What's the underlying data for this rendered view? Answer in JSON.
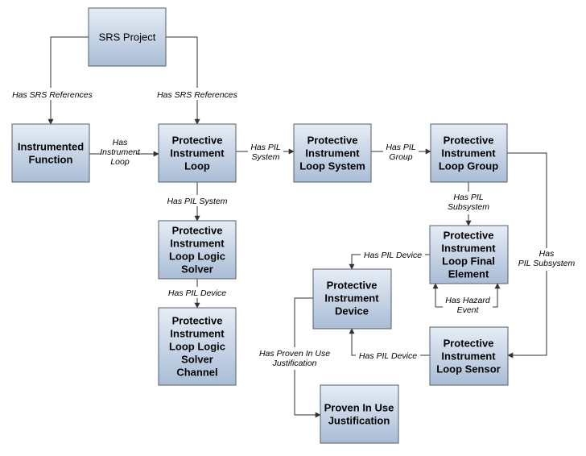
{
  "nodes": {
    "srs_project": [
      "SRS Project"
    ],
    "instrumented_function": [
      "Instrumented",
      "Function"
    ],
    "protective_instrument_loop": [
      "Protective",
      "Instrument",
      "Loop"
    ],
    "pil_system": [
      "Protective",
      "Instrument",
      "Loop System"
    ],
    "pil_group": [
      "Protective",
      "Instrument",
      "Loop Group"
    ],
    "pil_logic_solver": [
      "Protective",
      "Instrument",
      "Loop Logic",
      "Solver"
    ],
    "pil_logic_solver_channel": [
      "Protective",
      "Instrument",
      "Loop Logic",
      "Solver",
      "Channel"
    ],
    "pil_final_element": [
      "Protective",
      "Instrument",
      "Loop Final",
      "Element"
    ],
    "protective_instrument_device": [
      "Protective",
      "Instrument",
      "Device"
    ],
    "pil_sensor": [
      "Protective",
      "Instrument",
      "Loop Sensor"
    ],
    "proven_in_use": [
      "Proven In Use",
      "Justification"
    ]
  },
  "edges": {
    "srs_to_if": [
      "Has SRS References"
    ],
    "srs_to_pil": [
      "Has SRS References"
    ],
    "if_to_pil": [
      "Has",
      "Instrument",
      "Loop"
    ],
    "pil_to_system": [
      "Has PIL",
      "System"
    ],
    "system_to_group": [
      "Has PIL",
      "Group"
    ],
    "group_to_final": [
      "Has PIL",
      "Subsystem"
    ],
    "group_to_sensor": [
      "Has",
      "PIL Subsystem"
    ],
    "pil_to_logic": [
      "Has PIL System"
    ],
    "logic_to_channel": [
      "Has PIL Device"
    ],
    "final_to_device": [
      "Has PIL Device"
    ],
    "final_self": [
      "Has Hazard",
      "Event"
    ],
    "sensor_to_device": [
      "Has PIL Device"
    ],
    "device_to_proven": [
      "Has Proven In Use",
      "Justification"
    ]
  },
  "colors": {
    "box_top": "#e6edf6",
    "box_bottom": "#a9bdd6",
    "box_border": "#555f6b",
    "line": "#333333"
  }
}
